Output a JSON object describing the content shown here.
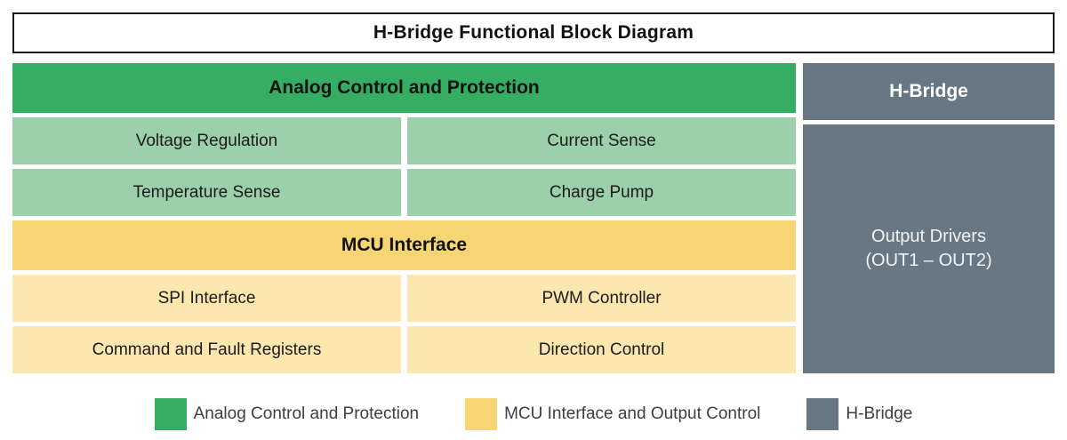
{
  "title": "H-Bridge Functional Block Diagram",
  "sections": {
    "analog": {
      "header": "Analog Control and Protection",
      "color": "#35AD62",
      "sub_color": "#9BD0AA",
      "blocks": [
        "Voltage Regulation",
        "Current Sense",
        "Temperature Sense",
        "Charge Pump"
      ]
    },
    "mcu": {
      "header": "MCU Interface",
      "color": "#F8D573",
      "sub_color": "#FCE7AE",
      "blocks": [
        "SPI Interface",
        "PWM Controller",
        "Command and Fault Registers",
        "Direction Control"
      ]
    },
    "hbridge": {
      "header": "H-Bridge",
      "color": "#677783",
      "body_line1": "Output Drivers",
      "body_line2": "(OUT1 – OUT2)"
    }
  },
  "legend": {
    "items": [
      {
        "label": "Analog Control and Protection",
        "color": "#35AD62"
      },
      {
        "label": "MCU Interface and Output Control",
        "color": "#F8D573"
      },
      {
        "label": "H-Bridge",
        "color": "#677783"
      }
    ]
  }
}
